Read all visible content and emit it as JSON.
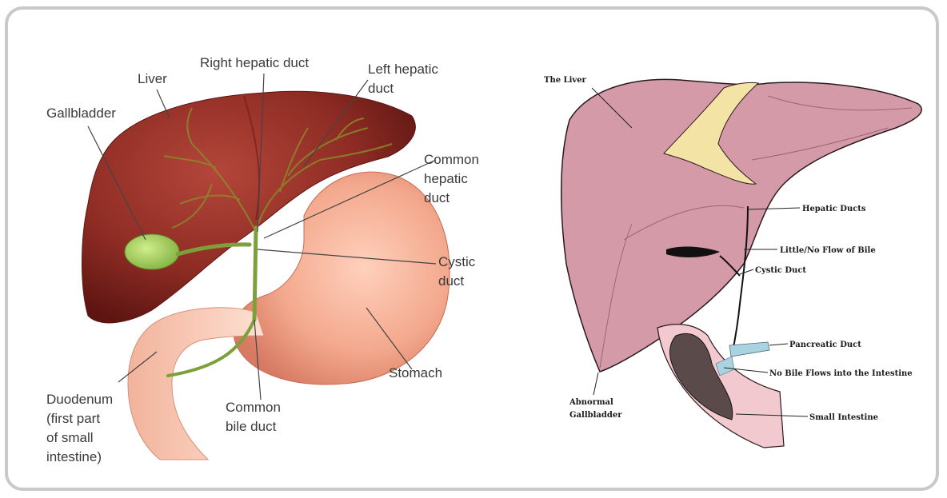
{
  "left_diagram": {
    "labels": {
      "liver": "Liver",
      "right_hepatic_duct": "Right hepatic duct",
      "left_hepatic_duct_1": "Left hepatic",
      "left_hepatic_duct_2": "duct",
      "gallbladder": "Gallbladder",
      "common_hepatic_duct_1": "Common",
      "common_hepatic_duct_2": "hepatic",
      "common_hepatic_duct_3": "duct",
      "cystic_duct_1": "Cystic",
      "cystic_duct_2": "duct",
      "stomach": "Stomach",
      "duodenum_1": "Duodenum",
      "duodenum_2": "(first part",
      "duodenum_3": "of small",
      "duodenum_4": "intestine)",
      "common_bile_duct_1": "Common",
      "common_bile_duct_2": "bile duct"
    }
  },
  "right_diagram": {
    "labels": {
      "the_liver": "The Liver",
      "hepatic_ducts": "Hepatic Ducts",
      "little_no_flow": "Little/No Flow of Bile",
      "cystic_duct": "Cystic Duct",
      "pancreatic_duct": "Pancreatic Duct",
      "no_bile_flows": "No Bile Flows into the Intestine",
      "small_intestine": "Small Intestine",
      "abnormal_gallbladder_1": "Abnormal",
      "abnormal_gallbladder_2": "Gallbladder"
    }
  },
  "colors": {
    "liver_dark": "#7a1f1a",
    "liver_mid": "#a53a2e",
    "stomach": "#f0a88c",
    "gallbladder": "#9ccc5a",
    "ducts_green": "#6f8f2a",
    "right_liver": "#d49aa8",
    "right_ligament": "#f3e4a6",
    "pancreatic": "#a9d3e0",
    "intestine_wall": "#f2c9cf"
  }
}
